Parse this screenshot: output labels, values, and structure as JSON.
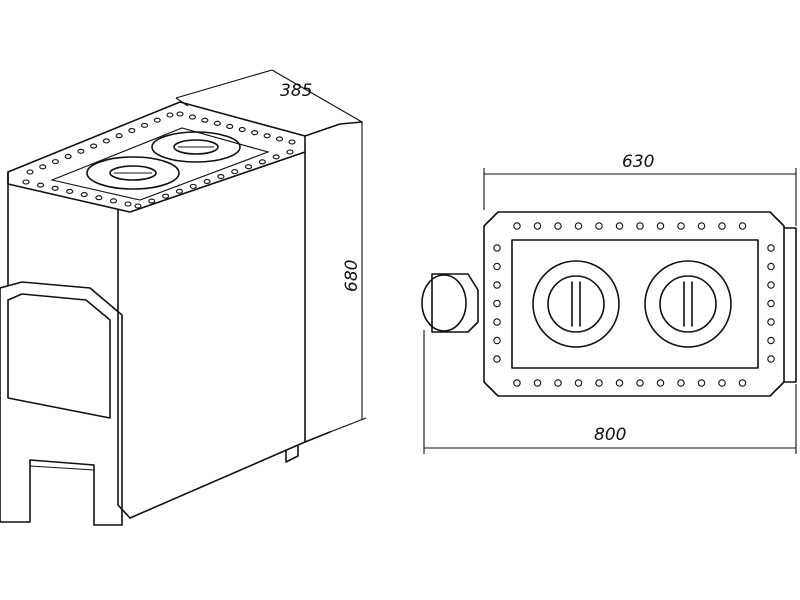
{
  "dimensions": {
    "depth": "385",
    "height": "680",
    "top_width": "630",
    "overall_width": "800"
  }
}
